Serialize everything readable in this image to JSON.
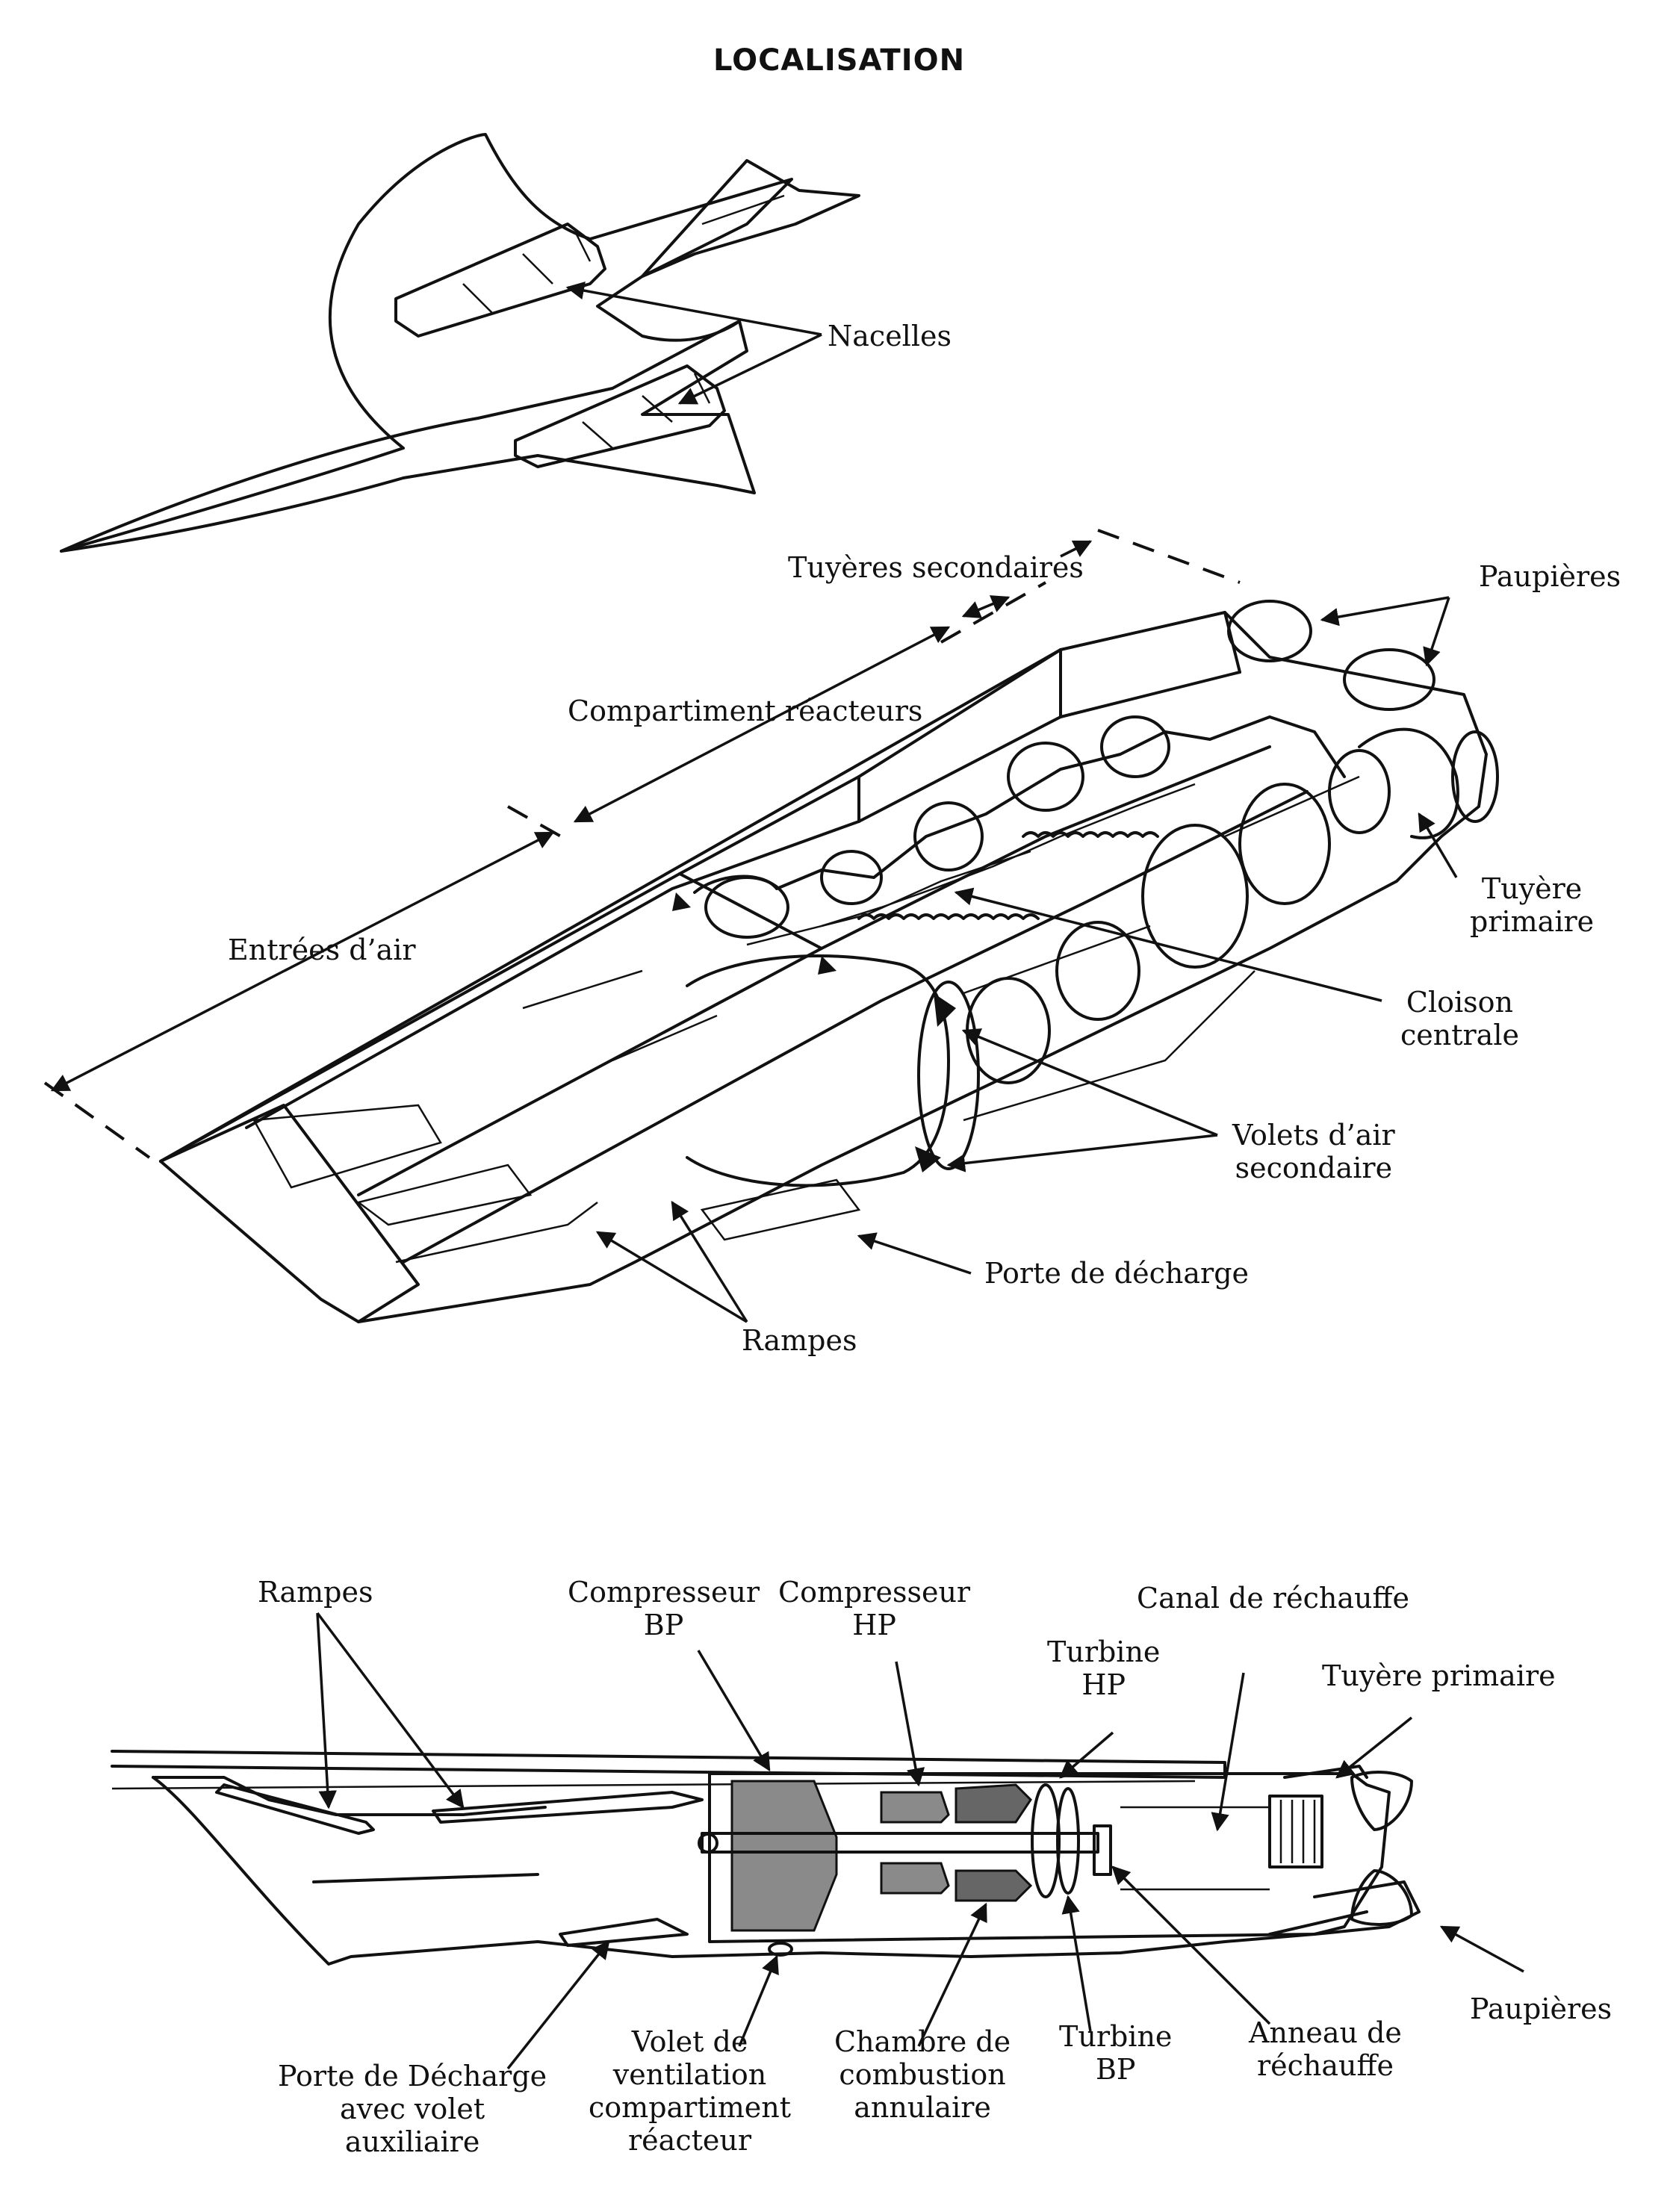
{
  "title": "LOCALISATION",
  "top_view": {
    "nacelles": "Nacelles"
  },
  "perspective_view": {
    "tuyeres_secondaires": "Tuyères secondaires",
    "paupieres": "Paupières",
    "compartiment_reacteurs": "Compartiment réacteurs",
    "entrees_air": "Entrées d’air",
    "tuyere_primaire": "Tuyère\nprimaire",
    "cloison_centrale": "Cloison\ncentrale",
    "volets_air_secondaire": "Volets d’air\nsecondaire",
    "porte_decharge": "Porte de décharge",
    "rampes": "Rampes"
  },
  "section_view": {
    "rampes": "Rampes",
    "compresseur_bp": "Compresseur\nBP",
    "compresseur_hp": "Compresseur\nHP",
    "canal_rechauffe": "Canal de réchauffe",
    "turbine_hp": "Turbine\nHP",
    "tuyere_primaire": "Tuyère primaire",
    "paupieres": "Paupières",
    "porte_decharge_volet": "Porte de Décharge\navec volet\nauxiliaire",
    "volet_ventilation": "Volet de\nventilation\ncompartiment\nréacteur",
    "chambre_combustion": "Chambre de\ncombustion\nannulaire",
    "turbine_bp": "Turbine\nBP",
    "anneau_rechauffe": "Anneau de\nréchauffe"
  }
}
